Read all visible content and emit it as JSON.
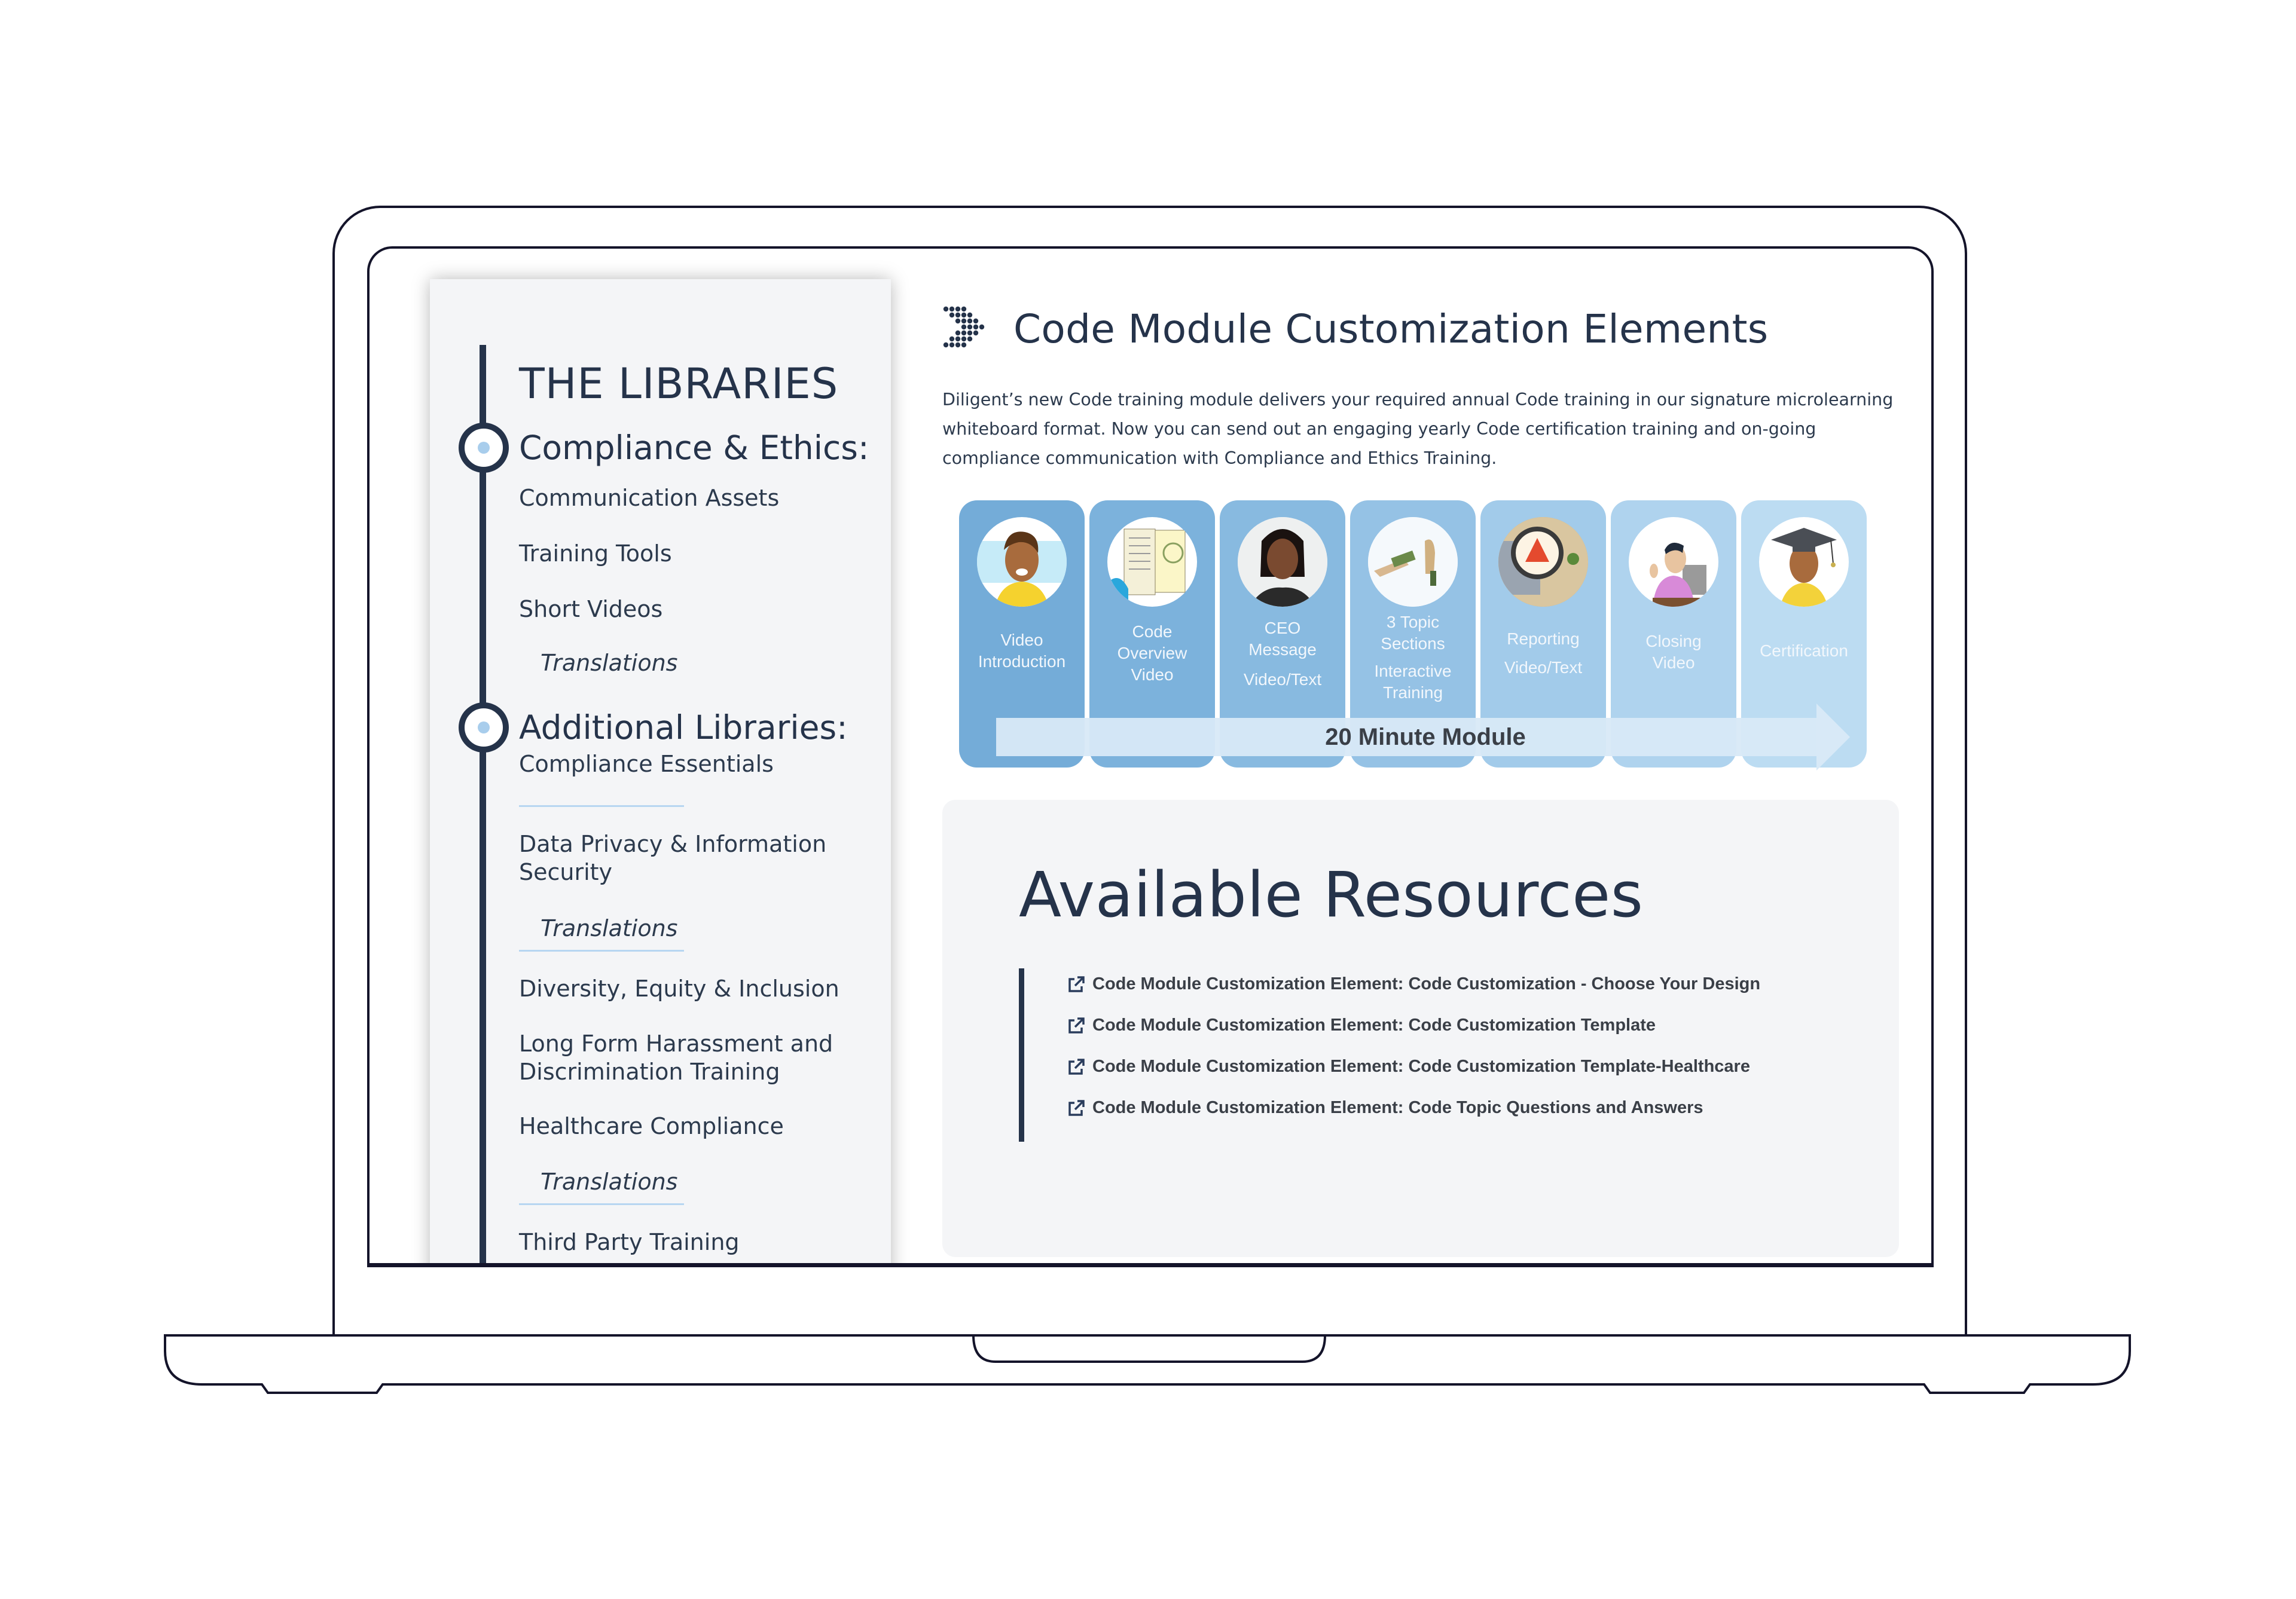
{
  "sidebar": {
    "title": "THE LIBRARIES",
    "sections": [
      {
        "heading": "Compliance & Ethics:",
        "items": [
          {
            "label": "Communication Assets"
          },
          {
            "label": "Training Tools"
          },
          {
            "label": "Short Videos"
          },
          {
            "label": "Translations",
            "sub": true
          }
        ]
      },
      {
        "heading": "Additional Libraries:",
        "items": [
          {
            "label": "Compliance Essentials"
          },
          {
            "label": "Data Privacy & Information Security"
          },
          {
            "label": "Translations",
            "sub": true
          },
          {
            "label": "Diversity, Equity & Inclusion"
          },
          {
            "label": "Long Form Harassment and Discrimination Training"
          },
          {
            "label": "Healthcare Compliance"
          },
          {
            "label": "Translations",
            "sub": true
          },
          {
            "label": "Third Party Training"
          }
        ]
      }
    ]
  },
  "main": {
    "title": "Code Module Customization Elements",
    "description": "Diligent’s new Code training module delivers your required annual Code training in our signature microlearning whiteboard format. Now you can send out an engaging yearly Code certification training and on-going compliance communication with Compliance and Ethics Training.",
    "module_diagram": {
      "bar_label": "20 Minute Module",
      "steps": [
        {
          "label": "Video Introduction",
          "icon": "smiling-man-avatar",
          "color": "#74acd8"
        },
        {
          "label": "Code Overview Video",
          "icon": "code-book-avatar",
          "color": "#7cb2dc"
        },
        {
          "label": "CEO Message Video/Text",
          "icon": "ceo-woman-avatar",
          "color": "#88bae0"
        },
        {
          "label": "3 Topic Sections Interactive Training",
          "icon": "handshake-refuse-avatar",
          "color": "#95c2e5"
        },
        {
          "label": "Reporting Video/Text",
          "icon": "magnifier-warning-avatar",
          "color": "#a2cbea"
        },
        {
          "label": "Closing Video",
          "icon": "waving-man-avatar",
          "color": "#afd3ee"
        },
        {
          "label": "Certification",
          "icon": "graduate-avatar",
          "color": "#bcdcf2"
        }
      ],
      "step_lines": [
        [
          "Video",
          "Introduction"
        ],
        [
          "Code",
          "Overview",
          "Video"
        ],
        [
          "CEO",
          "Message",
          "Video/Text"
        ],
        [
          "3 Topic",
          "Sections",
          "Interactive",
          "Training"
        ],
        [
          "Reporting",
          "Video/Text"
        ],
        [
          "Closing",
          "Video"
        ],
        [
          "Certification"
        ]
      ]
    },
    "resources": {
      "title": "Available Resources",
      "links": [
        {
          "label": "Code Module Customization Element: Code Customization - Choose Your Design",
          "icon": "external-link-icon"
        },
        {
          "label": "Code Module Customization Element: Code Customization Template",
          "icon": "external-link-icon"
        },
        {
          "label": "Code Module Customization Element: Code Customization Template-Healthcare",
          "icon": "external-link-icon"
        },
        {
          "label": "Code Module Customization Element: Code Topic Questions and Answers",
          "icon": "external-link-icon"
        }
      ]
    }
  },
  "colors": {
    "navy": "#25334a",
    "accent_light_blue": "#a8cdec",
    "panel_bg": "#f4f5f7",
    "frame_stroke": "#14142a"
  }
}
